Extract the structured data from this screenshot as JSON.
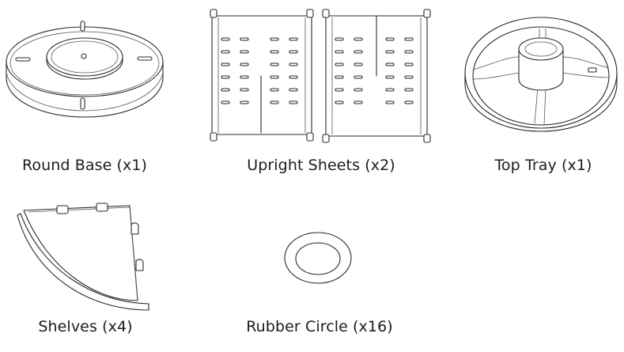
{
  "parts": [
    {
      "id": "round-base",
      "label": "Round Base (x1)"
    },
    {
      "id": "upright-sheets",
      "label": "Upright Sheets (x2)"
    },
    {
      "id": "top-tray",
      "label": "Top Tray (x1)"
    },
    {
      "id": "shelves",
      "label": "Shelves (x4)"
    },
    {
      "id": "rubber-circle",
      "label": "Rubber Circle (x16)"
    }
  ]
}
